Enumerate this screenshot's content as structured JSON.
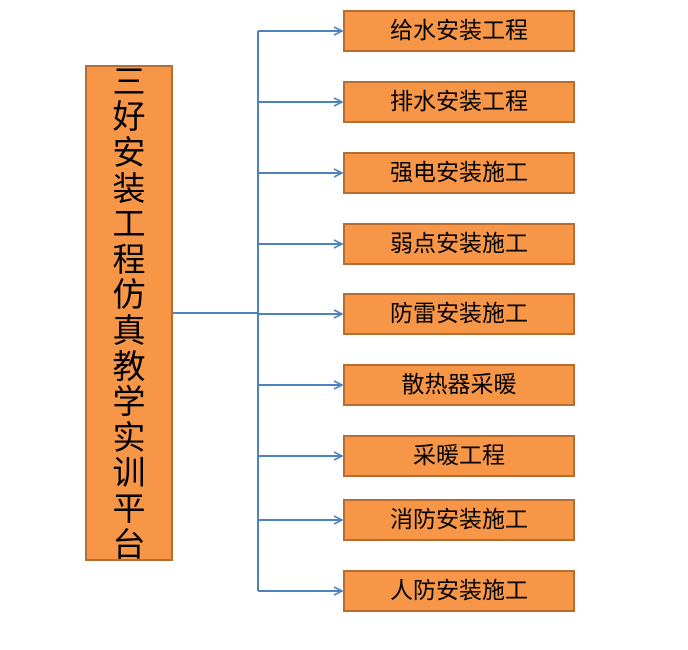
{
  "colors": {
    "box_fill": "#f79646",
    "box_border": "#b66d31",
    "connector": "#4f81bd"
  },
  "root": {
    "label": "三好安装工程仿真教学实训平台"
  },
  "children": [
    {
      "label": "给水安装工程"
    },
    {
      "label": "排水安装工程"
    },
    {
      "label": "强电安装施工"
    },
    {
      "label": "弱点安装施工"
    },
    {
      "label": "防雷安装施工"
    },
    {
      "label": "散热器采暖"
    },
    {
      "label": "采暖工程"
    },
    {
      "label": "消防安装施工"
    },
    {
      "label": "人防安装施工"
    }
  ]
}
